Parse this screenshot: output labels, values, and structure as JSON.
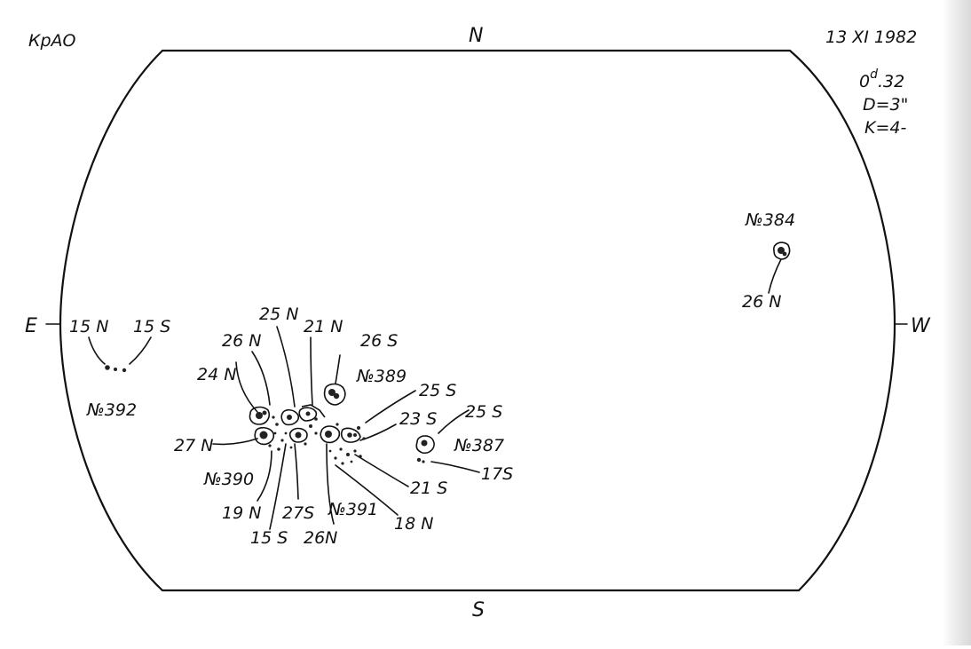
{
  "header": {
    "observatory": "КрАО",
    "date": "13  XI 1982",
    "time_prefix": "0",
    "time_sup": "d",
    "time_suffix": ".32",
    "diameter": "D=3\"",
    "quality": "K=4-"
  },
  "directions": {
    "north": "N",
    "south": "S",
    "east": "E",
    "west": "W"
  },
  "groups": {
    "g392": {
      "number": "№392",
      "labels": [
        "15 N",
        "15 S"
      ]
    },
    "g390": {
      "number": "№390",
      "labels": [
        "26 N",
        "24 N",
        "25 N",
        "27 N",
        "19 N",
        "15 S",
        "27S"
      ]
    },
    "g389": {
      "number": "№389",
      "labels": [
        "21 N",
        "26 S"
      ]
    },
    "g391": {
      "number": "№391",
      "labels": [
        "25 S",
        "23 S",
        "21 S",
        "18 N",
        "26N"
      ]
    },
    "g387": {
      "number": "№387",
      "labels": [
        "25 S",
        "17S"
      ]
    },
    "g384": {
      "number": "№384",
      "labels": [
        "26 N"
      ]
    }
  },
  "icons": {
    "sunspot": "sunspot-icon",
    "disk": "solar-disk-outline"
  }
}
